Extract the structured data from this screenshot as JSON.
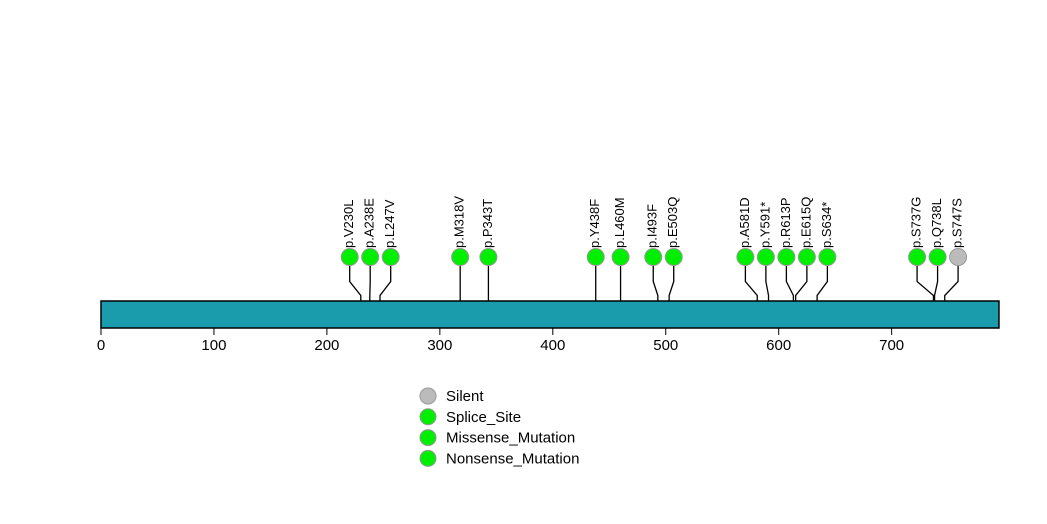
{
  "chart_data": {
    "type": "lollipop",
    "title": "",
    "xlabel": "",
    "ylabel": "",
    "protein_length": 795,
    "xlim": [
      0,
      795
    ],
    "grid": false,
    "axis_ticks": [
      {
        "value": 0,
        "label": "0"
      },
      {
        "value": 100,
        "label": "100"
      },
      {
        "value": 200,
        "label": "200"
      },
      {
        "value": 300,
        "label": "300"
      },
      {
        "value": 400,
        "label": "400"
      },
      {
        "value": 500,
        "label": "500"
      },
      {
        "value": 600,
        "label": "600"
      },
      {
        "value": 700,
        "label": "700"
      }
    ],
    "domain_track": {
      "name": "protein-backbone",
      "color": "#1a9cad",
      "border": "#000000",
      "start": 0,
      "end": 795
    },
    "mutations": [
      {
        "label": "p.V230L",
        "position": 230,
        "type": "Missense_Mutation",
        "color": "#00ee00"
      },
      {
        "label": "p.A238E",
        "position": 238,
        "type": "Missense_Mutation",
        "color": "#00ee00"
      },
      {
        "label": "p.L247V",
        "position": 247,
        "type": "Missense_Mutation",
        "color": "#00ee00"
      },
      {
        "label": "p.M318V",
        "position": 318,
        "type": "Missense_Mutation",
        "color": "#00ee00"
      },
      {
        "label": "p.P343T",
        "position": 343,
        "type": "Missense_Mutation",
        "color": "#00ee00"
      },
      {
        "label": "p.Y438F",
        "position": 438,
        "type": "Missense_Mutation",
        "color": "#00ee00"
      },
      {
        "label": "p.L460M",
        "position": 460,
        "type": "Missense_Mutation",
        "color": "#00ee00"
      },
      {
        "label": "p.I493F",
        "position": 493,
        "type": "Missense_Mutation",
        "color": "#00ee00"
      },
      {
        "label": "p.E503Q",
        "position": 503,
        "type": "Missense_Mutation",
        "color": "#00ee00"
      },
      {
        "label": "p.A581D",
        "position": 581,
        "type": "Missense_Mutation",
        "color": "#00ee00"
      },
      {
        "label": "p.Y591*",
        "position": 591,
        "type": "Nonsense_Mutation",
        "color": "#00ee00"
      },
      {
        "label": "p.R613P",
        "position": 613,
        "type": "Missense_Mutation",
        "color": "#00ee00"
      },
      {
        "label": "p.E615Q",
        "position": 615,
        "type": "Missense_Mutation",
        "color": "#00ee00"
      },
      {
        "label": "p.S634*",
        "position": 634,
        "type": "Nonsense_Mutation",
        "color": "#00ee00"
      },
      {
        "label": "p.S737G",
        "position": 737,
        "type": "Missense_Mutation",
        "color": "#00ee00"
      },
      {
        "label": "p.Q738L",
        "position": 738,
        "type": "Missense_Mutation",
        "color": "#00ee00"
      },
      {
        "label": "p.S747S",
        "position": 747,
        "type": "Silent",
        "color": "#bbbbbb"
      }
    ],
    "legend": {
      "position": "bottom-center",
      "entries": [
        {
          "label": "Silent",
          "color": "#bbbbbb"
        },
        {
          "label": "Splice_Site",
          "color": "#00ee00"
        },
        {
          "label": "Missense_Mutation",
          "color": "#00ee00"
        },
        {
          "label": "Nonsense_Mutation",
          "color": "#00ee00"
        }
      ]
    }
  }
}
